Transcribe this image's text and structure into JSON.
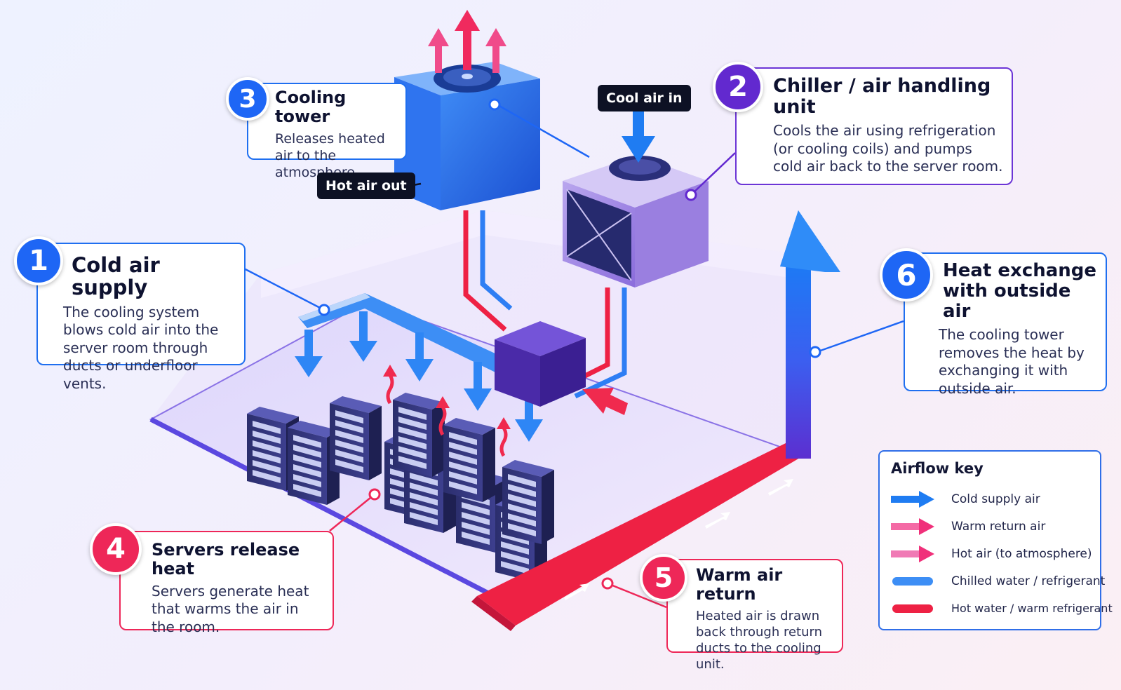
{
  "callouts": [
    {
      "number": "1",
      "title": "Cold air supply",
      "text": "The cooling system blows cold air into the server room through ducts or underfloor vents.",
      "color": "#1e66f5"
    },
    {
      "number": "2",
      "title": "Chiller / air handling unit",
      "text": "Cools the air using refrigeration (or cooling coils) and pumps cold air back to the server room.",
      "color": "#6229cf"
    },
    {
      "number": "3",
      "title": "Cooling tower",
      "text": "Releases heated air to the atmosphere.",
      "color": "#1e66f5"
    },
    {
      "number": "4",
      "title": "Servers release heat",
      "text": "Servers generate heat that warms the air in the room.",
      "color": "#ee2758"
    },
    {
      "number": "5",
      "title": "Warm air return",
      "text": "Heated air is drawn back through return ducts to the cooling unit.",
      "color": "#ee2758"
    },
    {
      "number": "6",
      "title": "Heat exchange with outside air",
      "text": "The cooling tower removes the heat by exchanging it with outside air.",
      "color": "#1e66f5"
    }
  ],
  "tags": {
    "cool_air_in": "Cool air in",
    "hot_air_out": "Hot air out"
  },
  "key": {
    "title": "Airflow key",
    "items": [
      {
        "label": "Cold supply air",
        "icon": "blue-arrow-icon",
        "color": "#1f7cf2"
      },
      {
        "label": "Warm return air",
        "icon": "pink-arrow-icon",
        "color": "#f0307a"
      },
      {
        "label": "Hot air (to atmosphere)",
        "icon": "magenta-arrow-icon",
        "color": "#f0307a"
      },
      {
        "label": "Chilled water / refrigerant",
        "icon": "blue-line-icon",
        "color": "#3d8ef5"
      },
      {
        "label": "Hot water / warm refrigerant",
        "icon": "red-line-icon",
        "color": "#ee2144"
      }
    ]
  },
  "colors": {
    "blue": "#1e66f5",
    "purple": "#6229cf",
    "red": "#ee2758",
    "dark": "#0d1124"
  }
}
